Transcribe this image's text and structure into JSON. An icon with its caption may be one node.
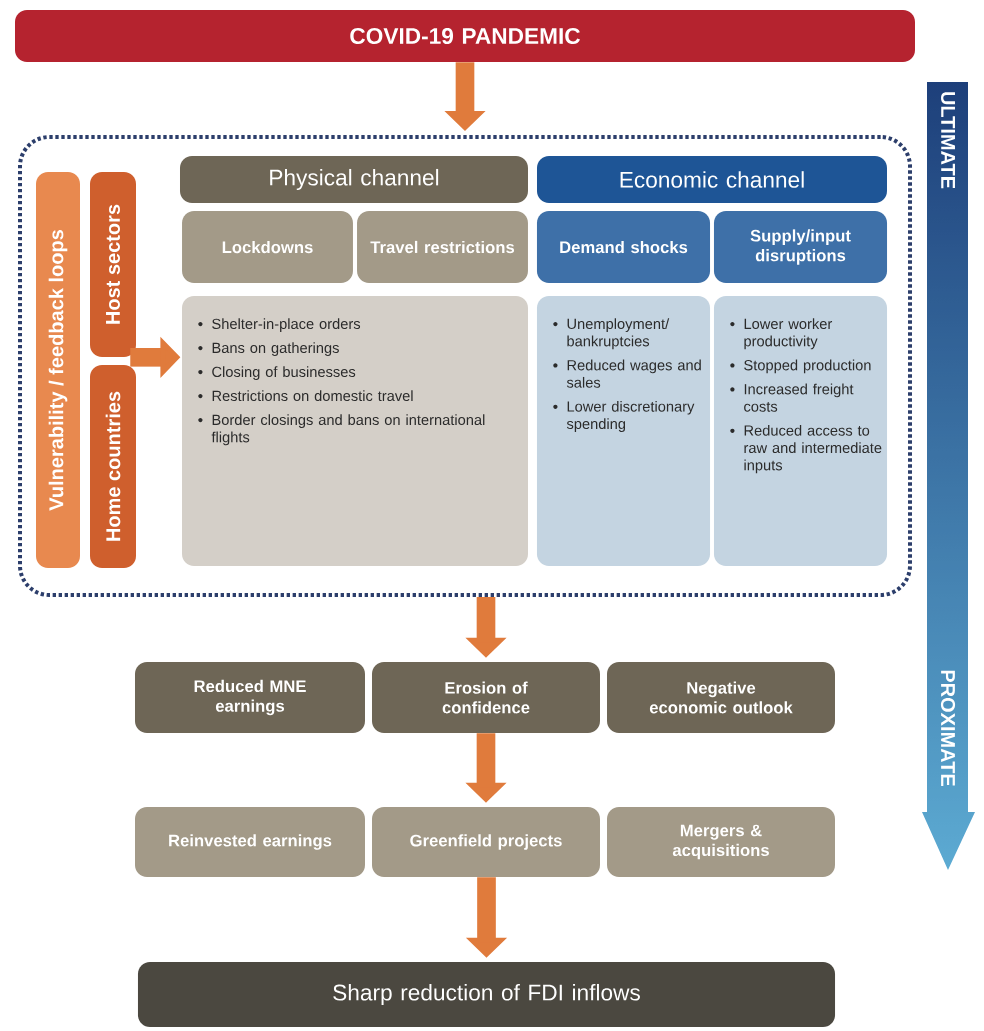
{
  "diagram": {
    "nodes": [
      {
        "text": [
          "COVID-19 PANDEMIC"
        ]
      },
      {
        "text": [],
        "shape": "box"
      },
      {
        "text": [
          "Vulnerability / feedback loops"
        ],
        "in": 1
      },
      {
        "text": [
          "Host sectors"
        ],
        "in": 1
      },
      {
        "text": [
          "Home countries"
        ],
        "in": 1
      },
      {
        "text": [
          "Physical channel"
        ],
        "in": 1
      },
      {
        "text": [
          "Lockdowns"
        ],
        "in": 1
      },
      {
        "text": [
          "Travel restrictions"
        ],
        "in": 1
      },
      {
        "text": [
          "Shelter-in-place orders",
          "Bans on gatherings",
          "Closing of businesses",
          "Restrictions on domestic travel",
          "Border closings and bans on international flights"
        ],
        "in": 1
      },
      {
        "text": [
          "Economic channel"
        ],
        "in": 1
      },
      {
        "text": [
          "Demand shocks"
        ],
        "in": 1
      },
      {
        "text": [
          "Supply/input disruptions"
        ],
        "in": 1
      },
      {
        "text": [
          "Unemployment/ bankruptcies",
          "Reduced wages and sales",
          "Lower discretionary spending"
        ],
        "in": 1
      },
      {
        "text": [
          "Lower worker productivity",
          "Stopped production",
          "Increased freight costs",
          "Reduced access to raw and intermediate inputs"
        ],
        "in": 1
      },
      {
        "text": [
          "Reduced MNE earnings"
        ]
      },
      {
        "text": [
          "Erosion of confidence"
        ]
      },
      {
        "text": [
          "Negative economic outlook"
        ]
      },
      {
        "text": [
          "Reinvested earnings"
        ]
      },
      {
        "text": [
          "Greenfield projects"
        ]
      },
      {
        "text": [
          "Mergers & acquisitions"
        ]
      },
      {
        "text": [
          "Sharp reduction of FDI inflows"
        ]
      }
    ],
    "edges": [
      {
        "from": 0,
        "to": 1,
        "arrow": "to"
      },
      {
        "from": 3,
        "to": 8,
        "arrow": "to"
      },
      {
        "from": 1,
        "to": 15,
        "arrow": "to"
      },
      {
        "from": 15,
        "to": 18,
        "arrow": "to"
      },
      {
        "from": 18,
        "to": 20,
        "arrow": "to"
      }
    ],
    "labels": [
      "ULTIMATE",
      "PROXIMATE"
    ]
  }
}
